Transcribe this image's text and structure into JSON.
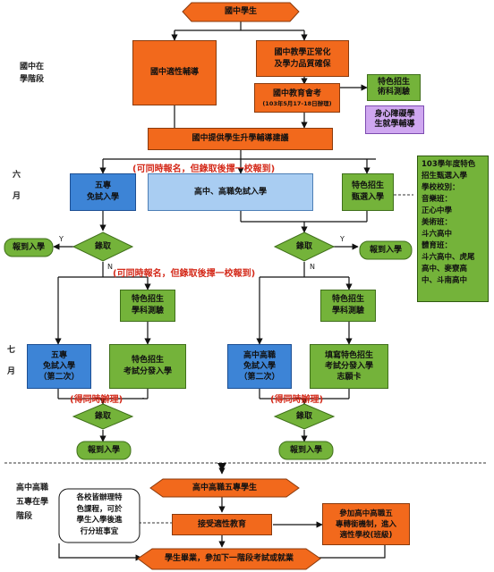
{
  "start": "國中學生",
  "phase_labels": {
    "junior": [
      "國中在",
      "學階段"
    ],
    "june": [
      "六",
      "月"
    ],
    "july": [
      "七",
      "月"
    ],
    "senior": [
      "高中高職",
      "五專在學",
      "階段"
    ]
  },
  "stage1": {
    "adapt_guidance": "國中適性輔導",
    "improve": [
      "國中教學正常化",
      "及學力品質確保"
    ],
    "exam": "國中教育會考",
    "exam_date": "(103年5月17-18日辦理)",
    "special_test": [
      "特色招生",
      "術科測驗"
    ],
    "disabled": [
      "身心障礙學",
      "生就學輔導"
    ]
  },
  "guidance_advice": "國中提供學生升學輔導建議",
  "note_one": "(可同時報名，但錄取後擇一校報到)",
  "june_options": {
    "five_year": [
      "五專",
      "免試入學"
    ],
    "high_school": "高中、高職免試入學",
    "special": [
      "特色招生",
      "甄選入學"
    ]
  },
  "side_note": [
    "103學年度特色",
    "招生甄選入學",
    "學校校別：",
    "音樂班：",
    "正心中學",
    "美術班：",
    "斗六高中",
    "體育班：",
    "斗六高中、虎尾",
    "高中、麥寮高",
    "中、斗南高中"
  ],
  "decision": {
    "admit": "錄取",
    "yes": "Y",
    "no": "N"
  },
  "report": "報到入學",
  "note_two": "(可同時報名，但錄取後擇一校報到)",
  "july_left": {
    "special_test": [
      "特色招生",
      "學科測驗"
    ],
    "five_year_2": [
      "五專",
      "免試入學",
      "（第二次）"
    ],
    "special_exam": [
      "特色招生",
      "考試分發入學"
    ]
  },
  "july_right": {
    "special_test": [
      "特色招生",
      "學科測驗"
    ],
    "hs_2": [
      "高中高職",
      "免試入學",
      "（第二次）"
    ],
    "yunlin_special": [
      "填寫特色招生",
      "考試分發入學",
      "志願卡"
    ]
  },
  "note_simul": "(得同時辦理)",
  "senior": {
    "student": "高中高職五專學生",
    "school_note": [
      "各校皆辦理特",
      "色課程，可於",
      "學生入學後進",
      "行分班事宜"
    ],
    "adapt_edu": "接受適性教育",
    "transfer": [
      "參加高中高職五",
      "專轉銜機制，進入",
      "適性學校(班級)"
    ],
    "graduate": "學生畢業，參加下一階段考試或就業"
  }
}
